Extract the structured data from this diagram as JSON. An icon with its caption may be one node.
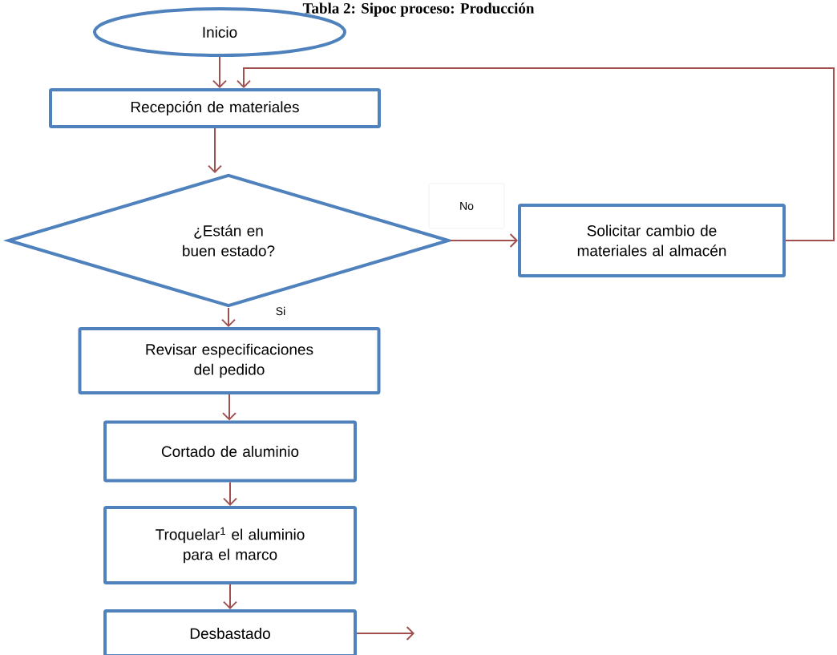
{
  "diagram": {
    "title": "Tabla 2: Sipoc proceso: Producción",
    "nodes": [
      {
        "text": [
          "Inicio"
        ]
      },
      {
        "text": [
          "Recepción de  materiales"
        ]
      },
      {
        "text": [
          "¿Están en buen estado?"
        ]
      },
      {
        "text": [
          "Solicitar cambio de materiales al almacén"
        ]
      },
      {
        "text": [
          "Revisar especificaciones del pedido"
        ]
      },
      {
        "text": [
          "Cortado de aluminio"
        ]
      },
      {
        "text": [
          "Troquelar$^{1}$ el aluminio para el marco"
        ]
      },
      {
        "text": [
          "Desbastado"
        ]
      }
    ],
    "edges": [
      {
        "from": 0,
        "to": 1,
        "arrow": "to"
      },
      {
        "from": 3,
        "to": 1,
        "arrow": "to"
      },
      {
        "from": 1,
        "to": 2,
        "arrow": "to"
      },
      {
        "from": 2,
        "to": 3,
        "arrow": "to",
        "label": "No"
      },
      {
        "from": 2,
        "to": 4,
        "arrow": "to",
        "label": "Si"
      },
      {
        "from": 4,
        "to": 5,
        "arrow": "to"
      },
      {
        "from": 5,
        "to": 6,
        "arrow": "to"
      },
      {
        "from": 6,
        "to": 7,
        "arrow": "to"
      },
      {
        "from": 7,
        "to": null,
        "arrow": "to"
      }
    ]
  }
}
